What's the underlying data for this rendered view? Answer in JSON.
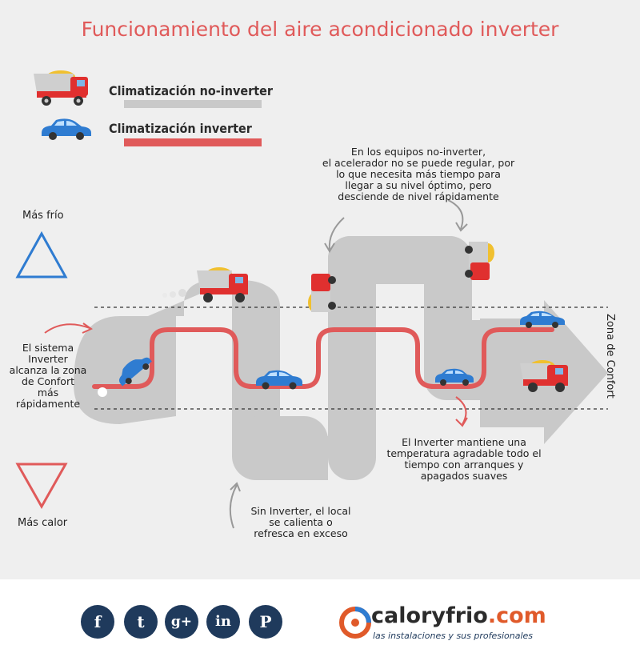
{
  "title": "Funcionamiento del aire acondicionado inverter",
  "legend": {
    "non_inverter": "Climatización no-inverter",
    "inverter": "Climatización inverter"
  },
  "notes": {
    "top": [
      "En los equipos no-inverter,",
      "el acelerador no se puede regular, por",
      "lo que necesita más tiempo para",
      "llegar a su nivel óptimo, pero",
      "desciende de nivel rápidamente"
    ],
    "left": [
      "El sistema",
      "Inverter",
      "alcanza la zona",
      "de Confort",
      "más",
      "rápidamente"
    ],
    "right": [
      "El Inverter mantiene una",
      "temperatura agradable todo el",
      "tiempo con arranques y",
      "apagados suaves"
    ],
    "bottom": [
      "Sin Inverter, el local",
      "se calienta o",
      "refresca en exceso"
    ]
  },
  "labels": {
    "colder": "Más frío",
    "hotter": "Más calor",
    "comfort_zone": "Zona de Confort"
  },
  "footer": {
    "social": [
      {
        "icon": "facebook-icon",
        "glyph": "f"
      },
      {
        "icon": "twitter-icon",
        "glyph": "t"
      },
      {
        "icon": "google-plus-icon",
        "glyph": "g+"
      },
      {
        "icon": "linkedin-icon",
        "glyph": "in"
      },
      {
        "icon": "pinterest-icon",
        "glyph": "P"
      }
    ],
    "brand_name": "caloryfrio",
    "brand_suffix": ".com",
    "tagline": "las instalaciones y sus profesionales"
  },
  "colors": {
    "title": "#e05a5a",
    "inverter_line": "#e05a5a",
    "non_inverter_road": "#c9c9c9",
    "truck": "#e0302f",
    "car": "#2f7cd1",
    "colder_triangle": "#2f7cd1",
    "hotter_triangle": "#e05a5a",
    "social": "#1f3a5c"
  }
}
